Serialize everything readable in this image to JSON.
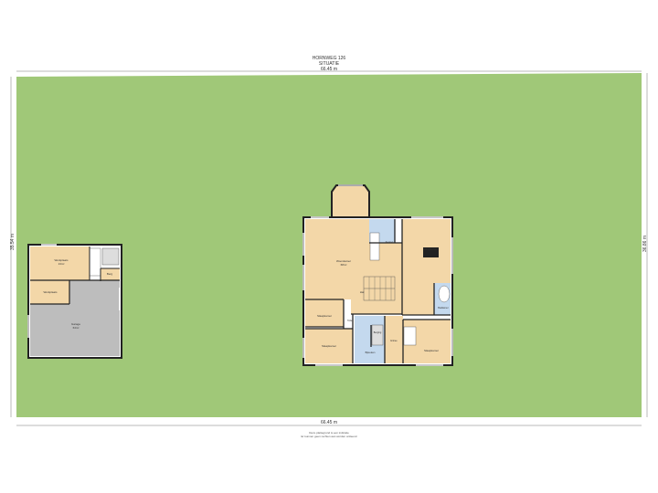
{
  "header": {
    "address": "HORNWEG 126",
    "subtitle": "SITUATIE"
  },
  "dimensions": {
    "top": "66.45 m",
    "bottom": "66.45 m",
    "left": "35.54 m",
    "right": "36.86 m"
  },
  "outbuilding": {
    "rooms": {
      "workshop_top": "Werkplaats",
      "workshop_top_area": "13m²",
      "workshop_small": "Werkplaats",
      "garage": "Garage",
      "garage_area": "64m²",
      "storage": "Berg"
    }
  },
  "house": {
    "rooms": {
      "living": "Woonkamer",
      "living_area": "68m²",
      "kitchen": "Keuken",
      "hall": "Hal",
      "bedroom_right": "Slaapkamer",
      "bathroom": "Badkamer",
      "bedroom_mid": "Slaapkamer",
      "bedroom_left": "Slaapkamer",
      "wc": "Toilet",
      "laundry": "Bijkeuken",
      "entrance": "Entree",
      "utility": "Berging"
    }
  },
  "footer": {
    "line1": "Deze plattegrond is een indicatie",
    "line2": "Er kunnen geen rechten aan worden ontleend"
  },
  "colors": {
    "lawn": "#a0c878",
    "room": "#f3d7a8",
    "garage_floor": "#bdbdbd",
    "bath": "#c4d9ee",
    "wall": "#222222"
  }
}
